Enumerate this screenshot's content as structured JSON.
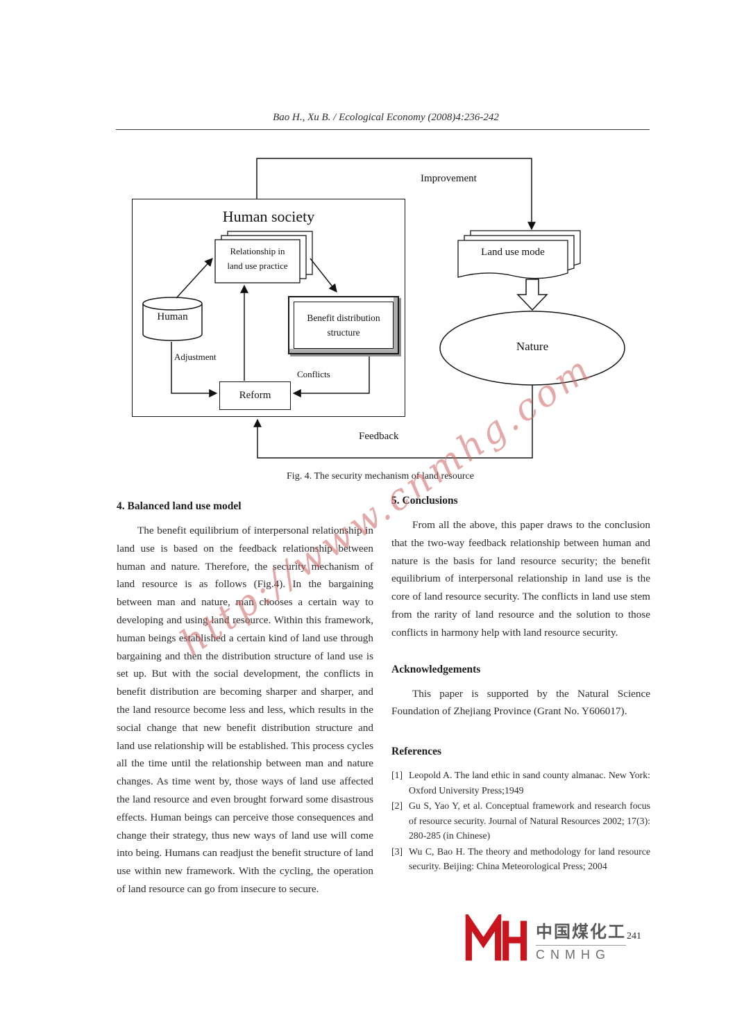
{
  "header": {
    "citation": "Bao H., Xu B. / Ecological Economy (2008)4:236-242"
  },
  "diagram": {
    "improvement": "Improvement",
    "human_society": "Human society",
    "relationship_line1": "Relationship in",
    "relationship_line2": "land use practice",
    "human": "Human",
    "benefit_line1": "Benefit distribution",
    "benefit_line2": "structure",
    "adjustment": "Adjustment",
    "conflicts": "Conflicts",
    "reform": "Reform",
    "land_use_mode": "Land use mode",
    "nature": "Nature",
    "feedback": "Feedback",
    "caption": "Fig. 4. The security mechanism of land resource"
  },
  "watermark": {
    "text": "http://www.cnmhg.com",
    "color": "#cc6260"
  },
  "sections": {
    "balanced": {
      "heading": "4. Balanced land use model",
      "body": "The benefit equilibrium of interpersonal relationship in land use is based on the feedback relationship between human and nature. Therefore, the security mechanism of land resource is as follows (Fig.4). In the bargaining between man and nature, man chooses a certain way to developing and using land resource. Within this framework, human beings established a certain kind of land use through bargaining and then the distribution structure of land use is set up. But with the social development, the conflicts in benefit distribution are becoming sharper and sharper, and the land resource become less and less, which results in the social change that new benefit distribution structure and land use relationship will be established. This process cycles all the time until the relationship between man and nature changes. As time went by, those ways of land use affected the land resource and even brought forward some disastrous effects. Human beings can perceive those consequences and change their strategy, thus new ways of land use will come into being. Humans can readjust the benefit structure of land use within new framework. With the cycling, the operation of land resource can go from insecure to secure."
    },
    "conclusions": {
      "heading": "5. Conclusions",
      "body": "From all the above, this paper draws to the conclusion that the two-way feedback relationship between human and nature is the basis for land resource security; the benefit equilibrium of interpersonal relationship in land use is the core of land resource security. The conflicts in land use stem from the rarity of land resource and the solution to those conflicts in harmony help with land resource security."
    },
    "acknowledgements": {
      "heading": "Acknowledgements",
      "body": "This paper is supported by the Natural Science Foundation of Zhejiang Province (Grant No. Y606017)."
    },
    "references": {
      "heading": "References",
      "items": [
        {
          "num": "[1]",
          "text": "Leopold A. The land ethic in sand county almanac. New York: Oxford University Press;1949"
        },
        {
          "num": "[2]",
          "text": "Gu S, Yao Y, et al. Conceptual framework and research focus of resource security. Journal of Natural Resources 2002; 17(3): 280-285 (in Chinese)"
        },
        {
          "num": "[3]",
          "text": "Wu C, Bao H. The theory and methodology for land resource security. Beijing: China Meteorological Press; 2004"
        }
      ]
    }
  },
  "footer": {
    "logo_icon": "cnmhg-logo",
    "logo_cn": "中国煤化工",
    "logo_en": "CNMHG",
    "page_number": "241"
  }
}
